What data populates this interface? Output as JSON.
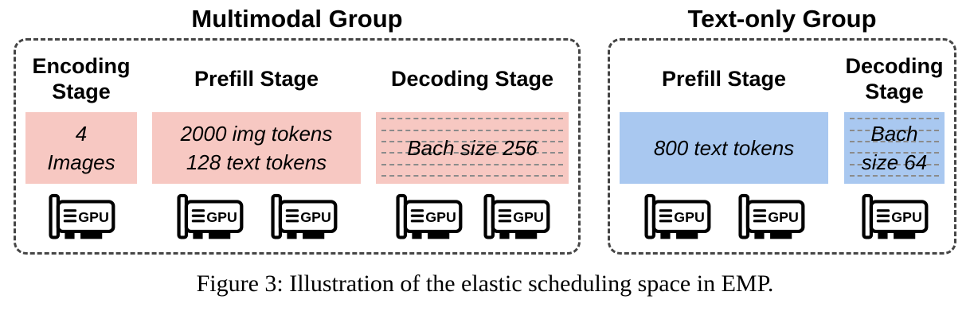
{
  "caption": "Figure 3: Illustration of the elastic scheduling space in EMP.",
  "colors": {
    "multimodal_fill": "#f7c8c2",
    "textonly_fill": "#a9c8f0",
    "batch_line": "#8b8b8b",
    "border_dash": "#454545"
  },
  "multimodal": {
    "title": "Multimodal Group",
    "encoding": {
      "header": "Encoding\nStage",
      "content": "4\nImages"
    },
    "prefill": {
      "header": "Prefill Stage",
      "content": "2000 img tokens\n128 text tokens"
    },
    "decoding": {
      "header": "Decoding Stage",
      "content": "Bach size 256"
    }
  },
  "textonly": {
    "title": "Text-only Group",
    "prefill": {
      "header": "Prefill Stage",
      "content": "800 text tokens"
    },
    "decoding": {
      "header": "Decoding\nStage",
      "content": "Bach\nsize 64"
    }
  },
  "gpu": {
    "label": "GPU"
  }
}
